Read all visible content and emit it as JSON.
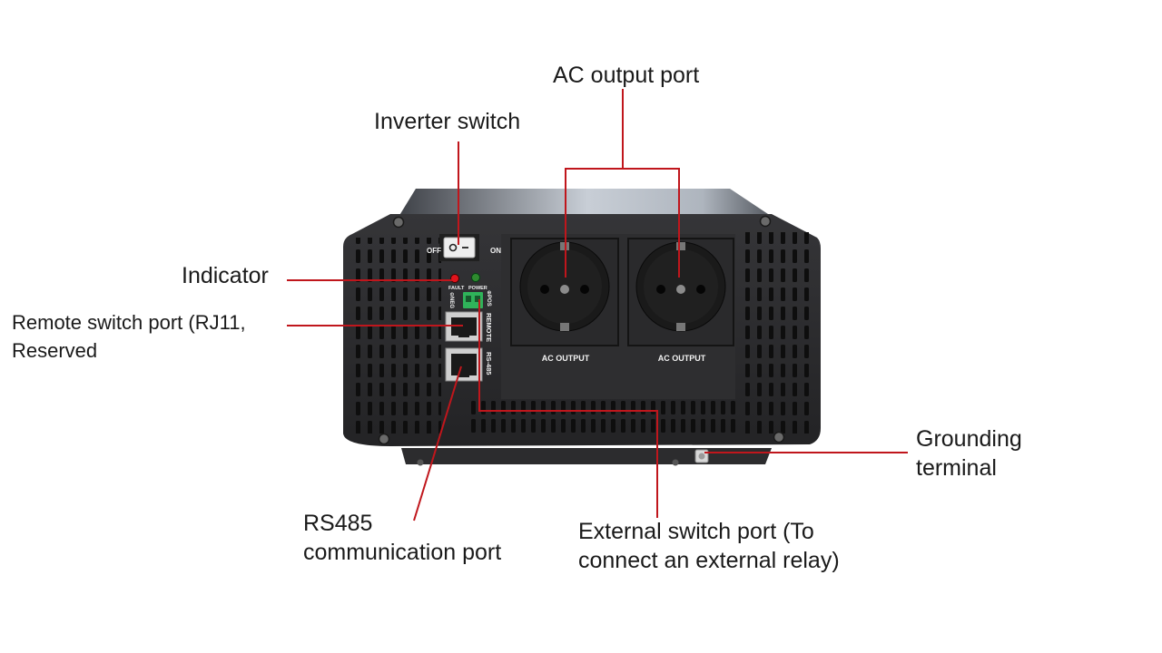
{
  "callouts": {
    "ac_output_port": "AC output port",
    "inverter_switch": "Inverter switch",
    "indicator": "Indicator",
    "remote_switch_port_line1": "Remote switch port (RJ11,",
    "remote_switch_port_line2": "Reserved",
    "grounding_terminal_line1": "Grounding",
    "grounding_terminal_line2": "terminal",
    "rs485_port_line1": "RS485",
    "rs485_port_line2": "communication port",
    "external_switch_port_line1": "External switch port (To",
    "external_switch_port_line2": "connect an external relay)"
  },
  "panel_labels": {
    "off": "OFF",
    "on": "ON",
    "fault": "FAULT",
    "power": "POWER",
    "neg": "⊖NEG",
    "pos": "⊕POS",
    "remote": "REMOTE",
    "rs485": "RS-485",
    "ac_output_left": "AC OUTPUT",
    "ac_output_right": "AC OUTPUT"
  },
  "colors": {
    "leader_line": "#c0161c",
    "panel": "#2b2b2d",
    "grille": "#111111",
    "fault_led": "#e0141c",
    "power_led": "#2f8a2f",
    "terminal_block": "#2fb35a"
  }
}
